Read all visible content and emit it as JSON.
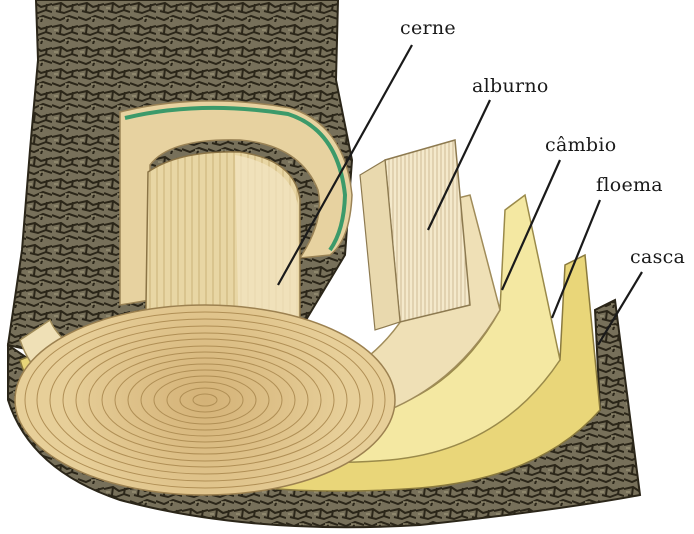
{
  "diagram": {
    "labels": {
      "cerne": "cerne",
      "alburno": "alburno",
      "cambio": "câmbio",
      "floema": "floema",
      "casca": "casca"
    },
    "colors": {
      "bark": "#6f6a52",
      "bark_crack": "#2b2619",
      "heartwood": "#d8c08a",
      "sapwood": "#efe0b6",
      "cambium": "#f4e8a2",
      "phloem": "#e9d679",
      "cambium_ring": "#3c9a6a",
      "leader_line": "#1a1a1a"
    }
  }
}
